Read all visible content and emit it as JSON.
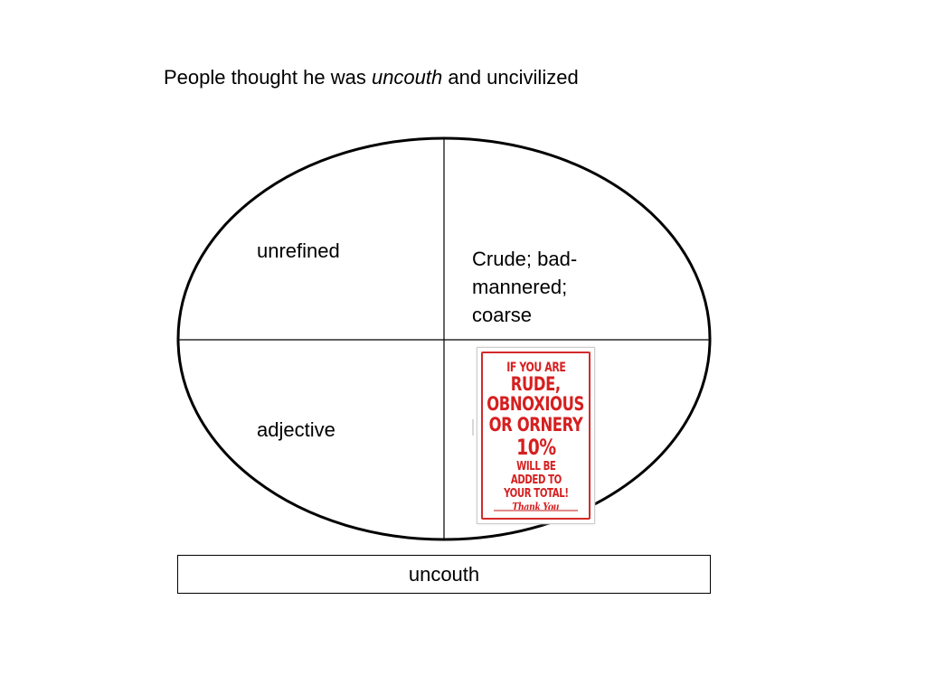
{
  "sentence": {
    "before": "People thought he was ",
    "word": "uncouth",
    "after": " and uncivilized"
  },
  "quadrants": {
    "synonym": "unrefined",
    "definition": "Crude; bad-mannered; coarse",
    "part_of_speech": "adjective"
  },
  "sign": {
    "line1": "IF YOU ARE",
    "line2": "RUDE,",
    "line3": "OBNOXIOUS",
    "line4": "OR ORNERY",
    "line5": "10%",
    "line6": "WILL BE",
    "line7": "ADDED TO",
    "line8": "YOUR TOTAL!",
    "line9": "Thank You",
    "color": "#d61f1f"
  },
  "vocab_word": "uncouth"
}
